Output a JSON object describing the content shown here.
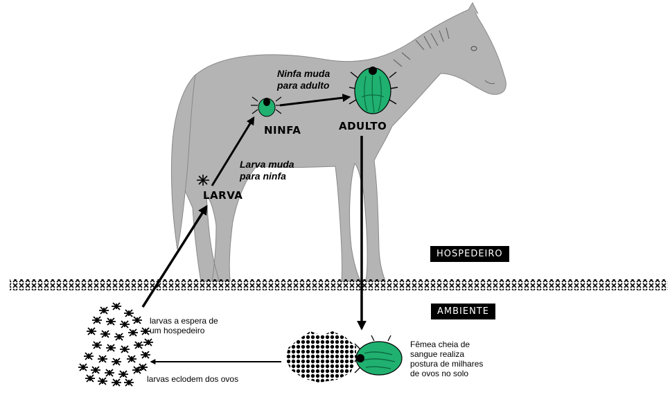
{
  "stages": {
    "larva": "LARVA",
    "ninfa": "NINFA",
    "adulto": "ADULTO"
  },
  "molts": {
    "ninfa_adulto": [
      "Ninfa muda",
      "para adulto"
    ],
    "larva_ninfa": [
      "Larva muda",
      "para ninfa"
    ]
  },
  "zones": {
    "host": "HOSPEDEIRO",
    "environment": "AMBIENTE"
  },
  "notes": {
    "waiting_larvae": [
      "larvas a espera de",
      "um hospedeiro"
    ],
    "hatching": "larvas eclodem dos ovos",
    "engorged_female": [
      "Fêmea cheia de",
      "sangue realiza",
      "postura de milhares",
      "de ovos no solo"
    ]
  },
  "colors": {
    "horse": "#b4b4b4",
    "tick": "#20b070",
    "ink": "#000000"
  }
}
